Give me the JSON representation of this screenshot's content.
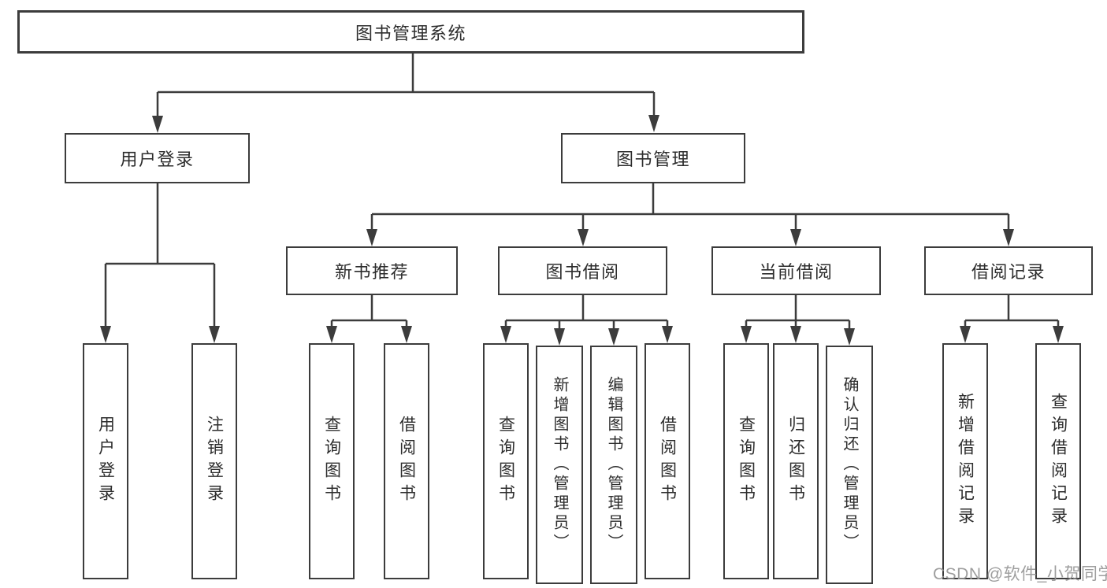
{
  "diagram": {
    "title": "图书管理系统",
    "branches": [
      {
        "label": "用户登录",
        "items": [
          {
            "label": "用户登录"
          },
          {
            "label": "注销登录"
          }
        ]
      },
      {
        "label": "图书管理",
        "sections": [
          {
            "label": "新书推荐",
            "items": [
              {
                "label": "查询图书"
              },
              {
                "label": "借阅图书"
              }
            ]
          },
          {
            "label": "图书借阅",
            "items": [
              {
                "label": "查询图书"
              },
              {
                "label": "新增图书（管理员）"
              },
              {
                "label": "编辑图书（管理员）"
              },
              {
                "label": "借阅图书"
              }
            ]
          },
          {
            "label": "当前借阅",
            "items": [
              {
                "label": "查询图书"
              },
              {
                "label": "归还图书"
              },
              {
                "label": "确认归还（管理员）"
              }
            ]
          },
          {
            "label": "借阅记录",
            "items": [
              {
                "label": "新增借阅记录"
              },
              {
                "label": "查询借阅记录"
              }
            ]
          }
        ]
      }
    ]
  },
  "watermark": {
    "text": "CSDN @软件_小贺同学"
  },
  "colors": {
    "line": "#3c3c3c",
    "text": "#2d2d2d",
    "watermark": "#969696",
    "background": "#ffffff"
  }
}
